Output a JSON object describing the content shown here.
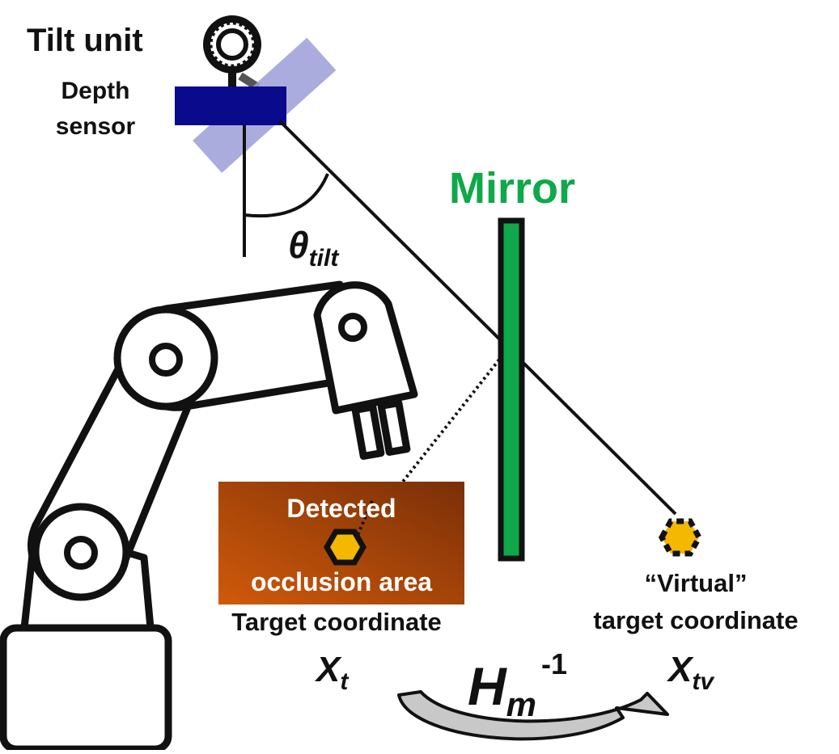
{
  "labels": {
    "tilt_unit": "Tilt unit",
    "depth_sensor_line1": "Depth",
    "depth_sensor_line2": "sensor",
    "mirror": "Mirror",
    "theta": "θ",
    "theta_sub": "tilt",
    "occlusion_line1": "Detected",
    "occlusion_line2": "occlusion area",
    "target_coordinate": "Target coordinate",
    "xt_main": "X",
    "xt_sub": "t",
    "virtual_line1": "“Virtual”",
    "virtual_line2": "target coordinate",
    "xtv_main": "X",
    "xtv_sub": "tv",
    "h_main": "H",
    "h_sub": "m",
    "h_sup": "-1"
  },
  "colors": {
    "sensor_body": "#0a0a8c",
    "tilt_plate": "#9c9ed8",
    "mirror_fill": "#0fa84a",
    "mirror_text": "#0fa84a",
    "occlusion_gradient_start": "#d05a0a",
    "occlusion_gradient_end": "#7a2f08",
    "target_marker": "#f5b800",
    "arrow_fill": "#c8c8c8"
  },
  "icons": {
    "tilt_unit": "gear-ring-icon",
    "robot_arm": "robot-arm-icon",
    "target_marker": "hexagon-icon",
    "virtual_marker": "dashed-hexagon-icon",
    "transform_arrow": "curved-arrow-icon"
  }
}
